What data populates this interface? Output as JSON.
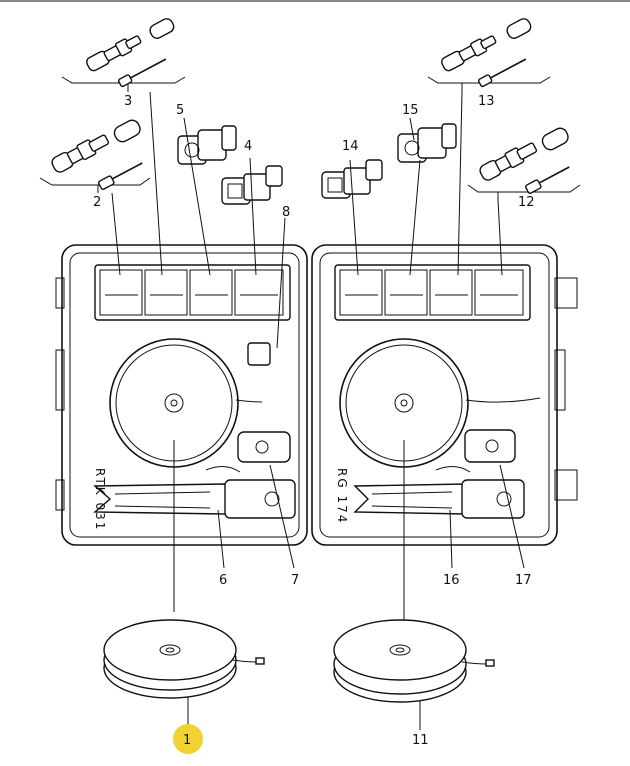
{
  "parts": {
    "p1": "1",
    "p2": "2",
    "p3": "3",
    "p4": "4",
    "p5": "5",
    "p6": "6",
    "p7": "7",
    "p8": "8",
    "p11": "11",
    "p12": "12",
    "p13": "13",
    "p14": "14",
    "p15": "15",
    "p16": "16",
    "p17": "17"
  },
  "case_labels": {
    "left": "RTK 031",
    "right": "RG 174"
  },
  "colors": {
    "highlight": "#f2d233",
    "line": "#111111"
  }
}
